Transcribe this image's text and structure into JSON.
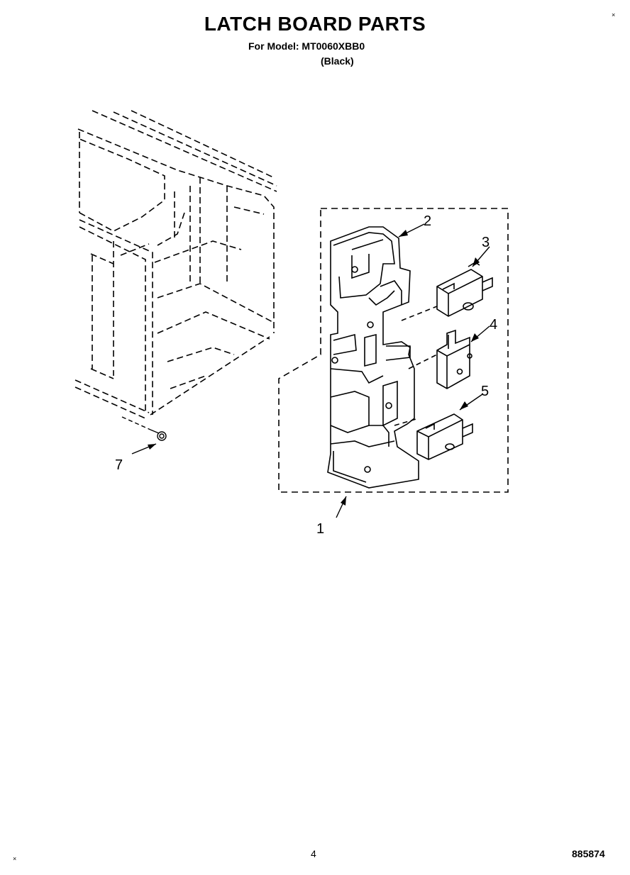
{
  "header": {
    "title": "LATCH BOARD PARTS",
    "model_line": "For Model: MT0060XBB0",
    "color_line": "(Black)"
  },
  "callouts": [
    {
      "id": "1",
      "text": "1"
    },
    {
      "id": "2",
      "text": "2"
    },
    {
      "id": "3",
      "text": "3"
    },
    {
      "id": "4",
      "text": "4"
    },
    {
      "id": "5",
      "text": "5"
    },
    {
      "id": "7",
      "text": "7"
    }
  ],
  "footer": {
    "page_number": "4",
    "document_code": "885874"
  },
  "marks": {
    "top_right": "×",
    "bottom_left": "×"
  }
}
